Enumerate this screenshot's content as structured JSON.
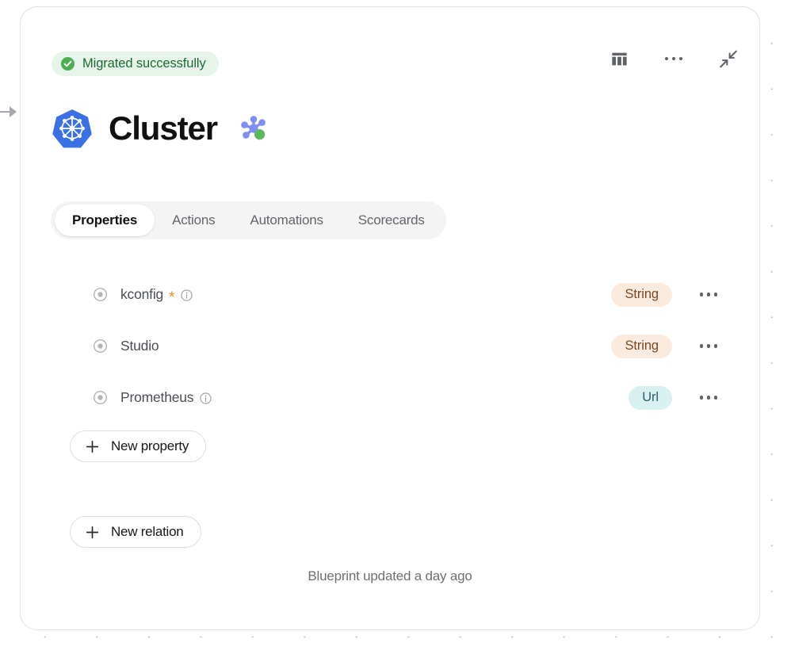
{
  "status": {
    "label": "Migrated successfully",
    "icon": "check-circle-icon",
    "bg_color": "#e6f4ea",
    "text_color": "#1e6b32",
    "icon_color": "#4caf50"
  },
  "toolbar": {
    "table_view_label": "table-view",
    "more_label": "more-options",
    "collapse_label": "collapse"
  },
  "header": {
    "title": "Cluster",
    "logo_icon": "kubernetes-icon",
    "blueprint_icon": "molecule-icon",
    "logo_color": "#3970e4",
    "molecule_color": "#7e8ef1",
    "molecule_accent_color": "#5cb85c"
  },
  "tabs": [
    {
      "label": "Properties",
      "active": true
    },
    {
      "label": "Actions",
      "active": false
    },
    {
      "label": "Automations",
      "active": false
    },
    {
      "label": "Scorecards",
      "active": false
    }
  ],
  "properties": [
    {
      "name": "kconfig",
      "required": true,
      "has_info": true,
      "type": "String",
      "type_style": "string"
    },
    {
      "name": "Studio",
      "required": false,
      "has_info": false,
      "type": "String",
      "type_style": "string"
    },
    {
      "name": "Prometheus",
      "required": false,
      "has_info": true,
      "type": "Url",
      "type_style": "url"
    }
  ],
  "actions": {
    "new_property": "New property",
    "new_relation": "New relation"
  },
  "footer": {
    "note": "Blueprint updated a day ago"
  },
  "colors": {
    "required_star": "#e8892b",
    "string_pill_bg": "#fbeade",
    "string_pill_text": "#7a4a22",
    "url_pill_bg": "#d9f0f1",
    "url_pill_text": "#256268"
  }
}
